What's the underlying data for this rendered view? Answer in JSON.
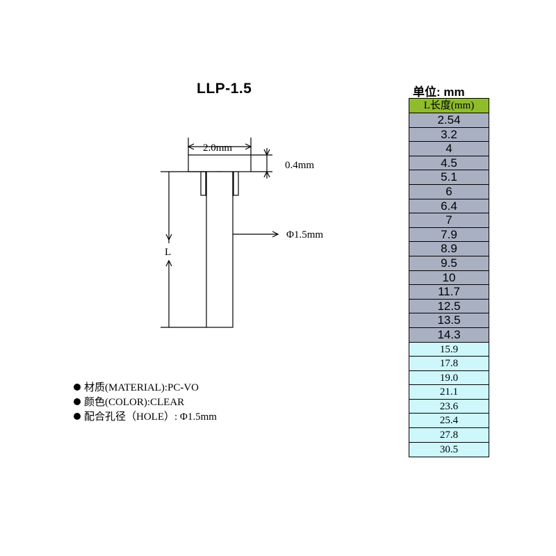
{
  "title": "LLP-1.5",
  "dimensions": {
    "head_width": "2.0mm",
    "head_thickness": "0.4mm",
    "diameter": "Φ1.5mm",
    "length_symbol": "L"
  },
  "specs": [
    "材质(MATERIAL):PC-VO",
    "颜色(COLOR):CLEAR",
    "配合孔径（HOLE）: Φ1.5mm"
  ],
  "table": {
    "unit_label": "单位: mm",
    "header": "L长度(mm)",
    "rows": [
      {
        "value": "2.54",
        "group": "grey"
      },
      {
        "value": "3.2",
        "group": "grey"
      },
      {
        "value": "4",
        "group": "grey"
      },
      {
        "value": "4.5",
        "group": "grey"
      },
      {
        "value": "5.1",
        "group": "grey"
      },
      {
        "value": "6",
        "group": "grey"
      },
      {
        "value": "6.4",
        "group": "grey"
      },
      {
        "value": "7",
        "group": "grey"
      },
      {
        "value": "7.9",
        "group": "grey"
      },
      {
        "value": "8.9",
        "group": "grey"
      },
      {
        "value": "9.5",
        "group": "grey"
      },
      {
        "value": "10",
        "group": "grey"
      },
      {
        "value": "11.7",
        "group": "grey"
      },
      {
        "value": "12.5",
        "group": "grey"
      },
      {
        "value": "13.5",
        "group": "grey"
      },
      {
        "value": "14.3",
        "group": "grey"
      },
      {
        "value": "15.9",
        "group": "cyan"
      },
      {
        "value": "17.8",
        "group": "cyan"
      },
      {
        "value": "19.0",
        "group": "cyan"
      },
      {
        "value": "21.1",
        "group": "cyan"
      },
      {
        "value": "23.6",
        "group": "cyan"
      },
      {
        "value": "25.4",
        "group": "cyan"
      },
      {
        "value": "27.8",
        "group": "cyan"
      },
      {
        "value": "30.5",
        "group": "cyan"
      }
    ]
  },
  "colors": {
    "header": "#8fbc2a",
    "grey_rows": "#a9b0c2",
    "cyan_rows": "#cdf7fb"
  }
}
